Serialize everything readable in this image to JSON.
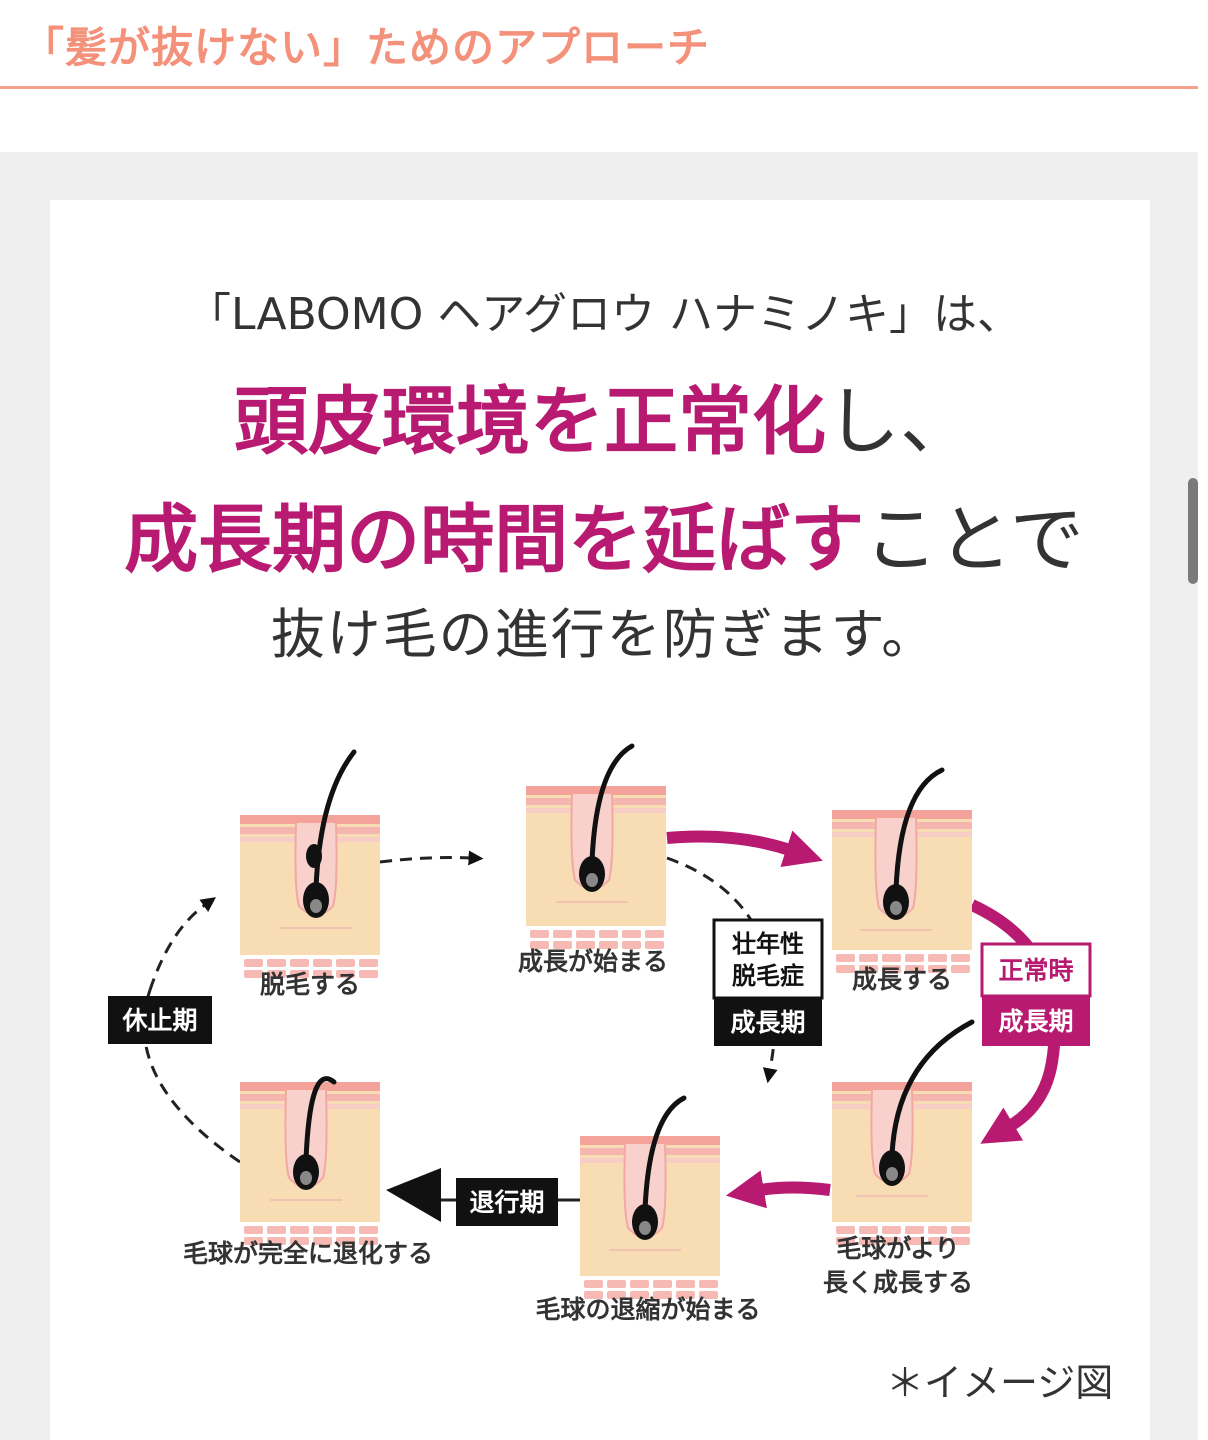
{
  "header": {
    "title": "「髪が抜けない」ためのアプローチ"
  },
  "intro": {
    "line1": "「LABOMO ヘアグロウ ハナミノキ」は、",
    "line2_emph": "頭皮環境を正常化",
    "line2_rest": "し、",
    "line3_emph": "成長期の時間を延ばす",
    "line3_rest": "ことで",
    "line4": "抜け毛の進行を防ぎます。"
  },
  "diagram": {
    "stages": {
      "hair_loss": "脱毛する",
      "growth_start": "成長が始まる",
      "growth": "成長する",
      "longer_growth_1": "毛球がより",
      "longer_growth_2": "長く成長する",
      "regression_start": "毛球の退縮が始まる",
      "fully_regressed": "毛球が完全に退化する"
    },
    "phases": {
      "rest": "休止期",
      "regression": "退行期",
      "aga_1": "壮年性",
      "aga_2": "脱毛症",
      "aga_growth": "成長期",
      "normal": "正常時",
      "normal_growth": "成長期"
    },
    "colors": {
      "accent": "#b81a71",
      "skin": "#f7dcb4",
      "pink_layer": "#f5b6b0",
      "dark": "#111111"
    }
  },
  "footnote": "＊イメージ図"
}
